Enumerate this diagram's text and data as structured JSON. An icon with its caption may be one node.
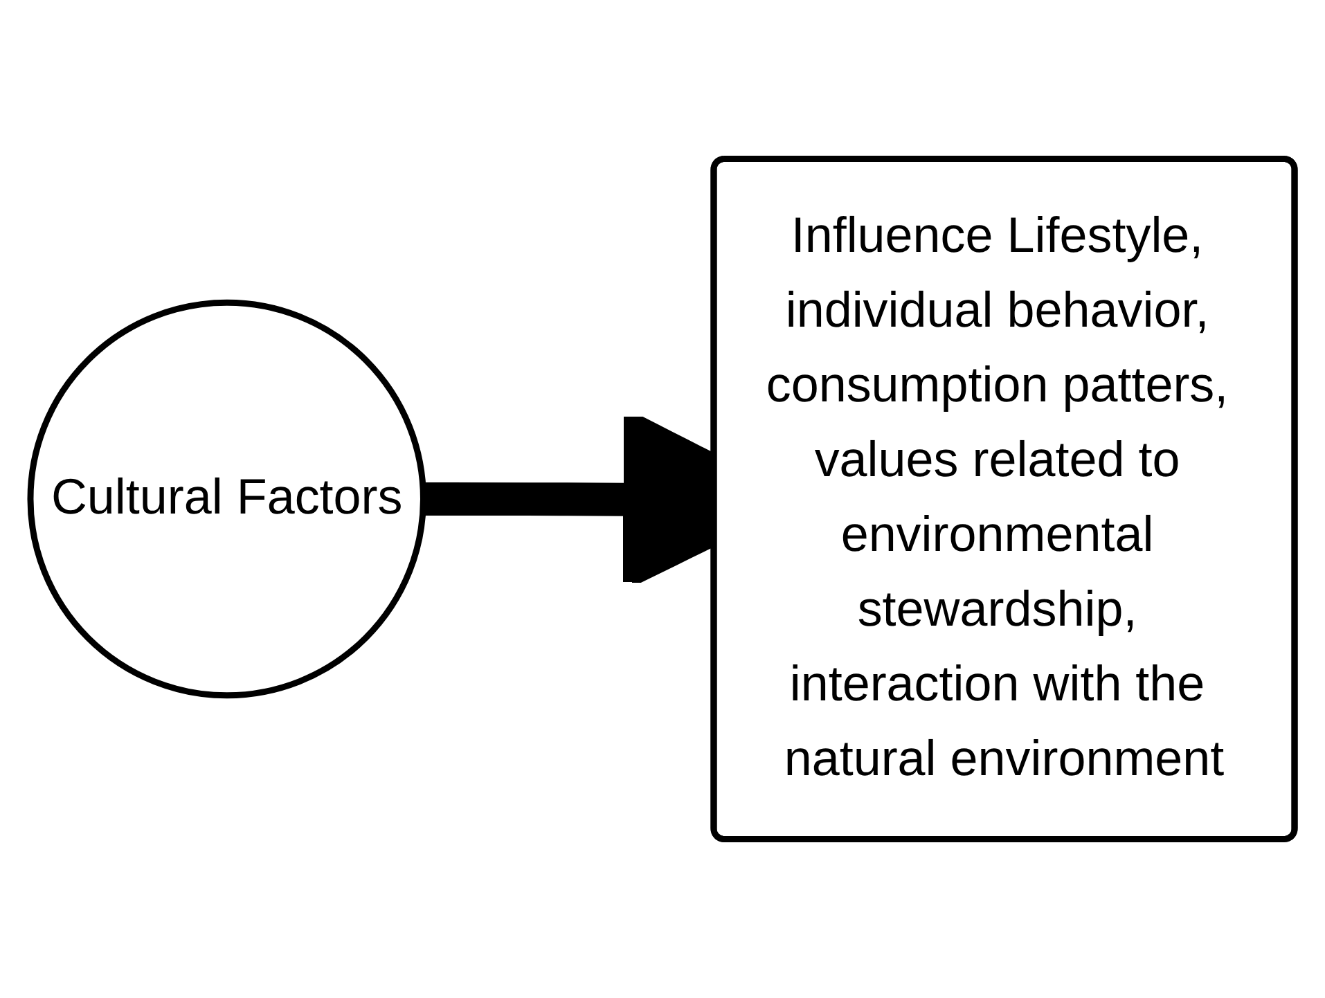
{
  "diagram": {
    "nodes": [
      {
        "text": [
          "Cultural Factors"
        ]
      },
      {
        "text": [
          "Influence Lifestyle, individual behavior, consumption patters, values related to environmental stewardship, interaction with the natural environment"
        ]
      }
    ],
    "edges": [
      {
        "from": 0,
        "to": 1,
        "arrow": "to"
      }
    ]
  }
}
